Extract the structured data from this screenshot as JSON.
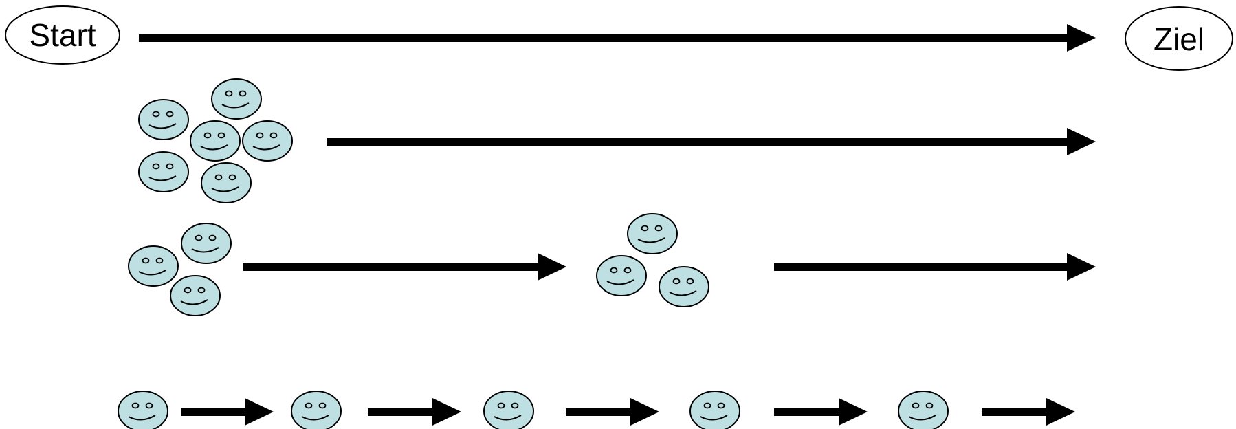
{
  "start_label": "Start",
  "goal_label": "Ziel",
  "colors": {
    "face_fill": "#bfe0e3",
    "stroke": "#000000",
    "background": "#ffffff"
  },
  "rows": [
    {
      "name": "direct",
      "group_sizes": []
    },
    {
      "name": "one-group",
      "group_sizes": [
        6
      ]
    },
    {
      "name": "two-groups",
      "group_sizes": [
        3,
        3
      ]
    },
    {
      "name": "individuals",
      "group_sizes": [
        1,
        1,
        1,
        1,
        1
      ]
    }
  ]
}
